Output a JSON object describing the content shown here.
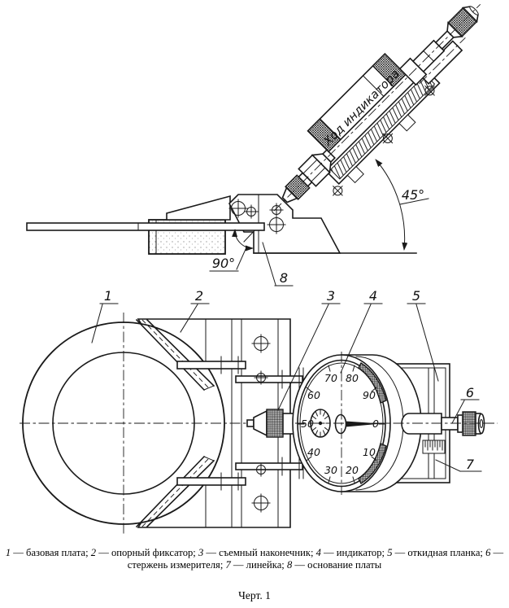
{
  "figure": {
    "top_view": {
      "stroke_label": "Ход индикатора",
      "angle_45": "45°",
      "angle_90": "90°",
      "label_8": "8"
    },
    "bottom_view": {
      "labels": {
        "l1": "1",
        "l2": "2",
        "l3": "3",
        "l4": "4",
        "l5": "5",
        "l6": "6",
        "l7": "7"
      },
      "dial": {
        "numbers": [
          "0",
          "10",
          "20",
          "30",
          "40",
          "50",
          "60",
          "70",
          "80",
          "90"
        ]
      }
    },
    "caption": {
      "entries": [
        {
          "num": "1",
          "text": " — базовая плата; "
        },
        {
          "num": "2",
          "text": " — опорный фиксатор; "
        },
        {
          "num": "3",
          "text": " — съемный наконечник; "
        },
        {
          "num": "4",
          "text": " — индикатор; "
        },
        {
          "num": "5",
          "text": " — откидная планка; "
        },
        {
          "num": "6",
          "text": " — стержень измерителя; "
        },
        {
          "num": "7",
          "text": " — линейка; "
        },
        {
          "num": "8",
          "text": " — основание платы"
        }
      ],
      "figure_number": "Черт. 1"
    },
    "colors": {
      "ink": "#1a1a1a",
      "paper": "#ffffff"
    }
  }
}
